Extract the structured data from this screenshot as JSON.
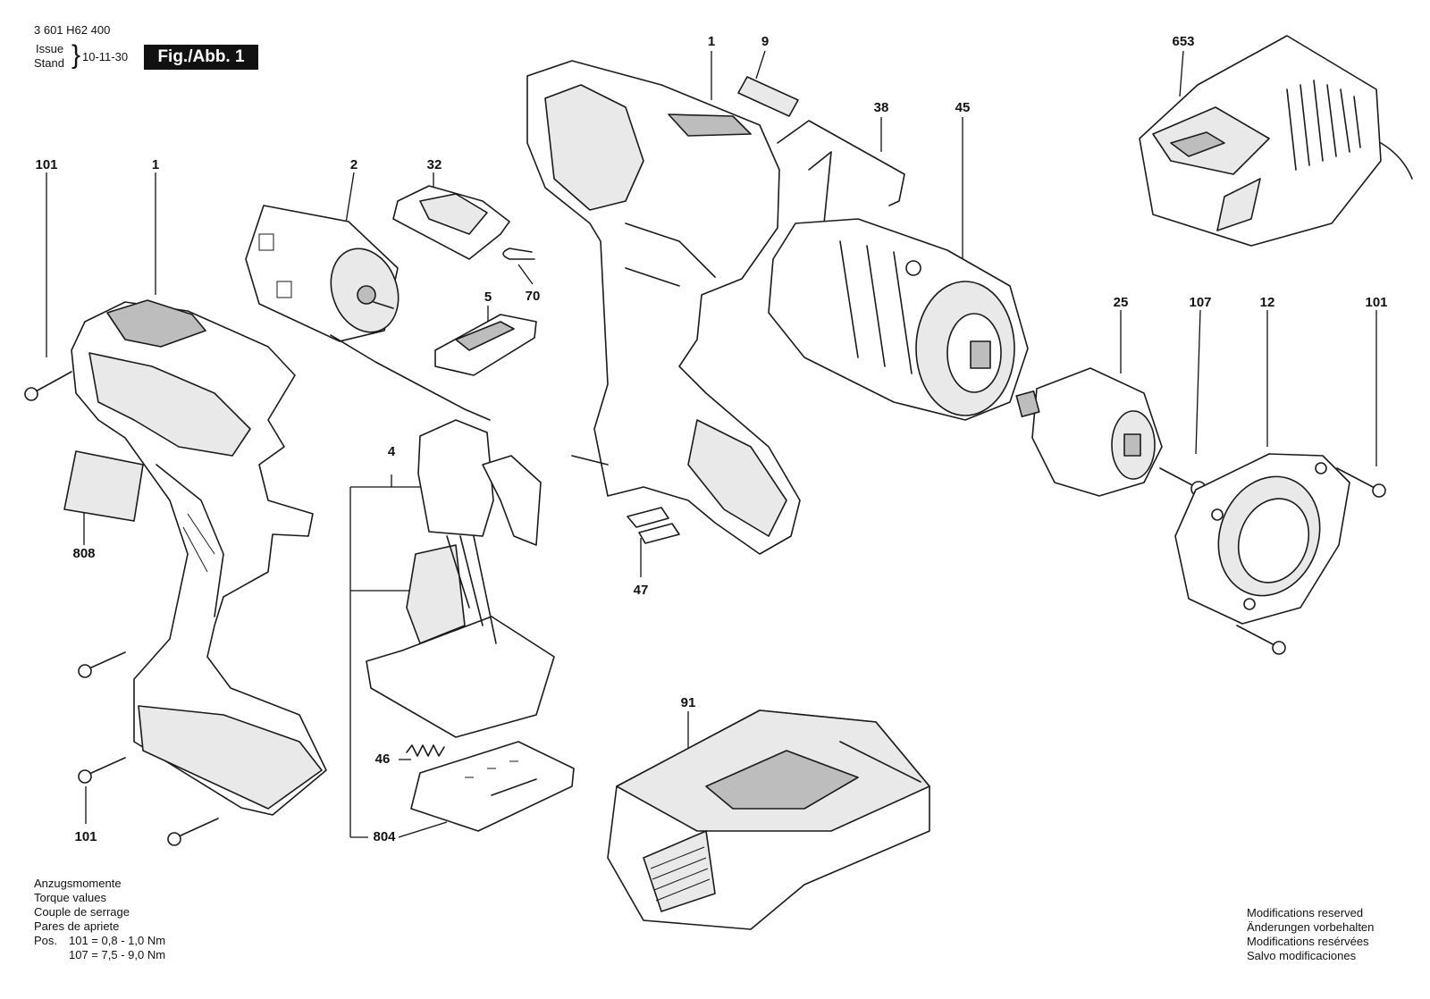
{
  "header": {
    "part_number": "3 601 H62 400",
    "issue_label": "Issue",
    "stand_label": "Stand",
    "date": "10-11-30",
    "figure": "Fig./Abb. 1"
  },
  "callouts": {
    "c1_left": "1",
    "c1_top": "1",
    "c2": "2",
    "c4": "4",
    "c5": "5",
    "c9": "9",
    "c12": "12",
    "c25": "25",
    "c32": "32",
    "c38": "38",
    "c45": "45",
    "c46": "46",
    "c47": "47",
    "c70": "70",
    "c91": "91",
    "c101_tl": "101",
    "c101_bl": "101",
    "c101_r": "101",
    "c107": "107",
    "c653": "653",
    "c804": "804",
    "c808": "808"
  },
  "torque": {
    "line1": "Anzugsmomente",
    "line2": "Torque values",
    "line3": "Couple de serrage",
    "line4": "Pares de apriete",
    "pos_label": "Pos.",
    "row1": "101 =  0,8 - 1,0 Nm",
    "row2": "107 =  7,5 - 9,0 Nm"
  },
  "notes": {
    "line1": "Modifications reserved",
    "line2": "Änderungen vorbehalten",
    "line3": "Modifications resérvées",
    "line4": "Salvo modificaciones"
  }
}
